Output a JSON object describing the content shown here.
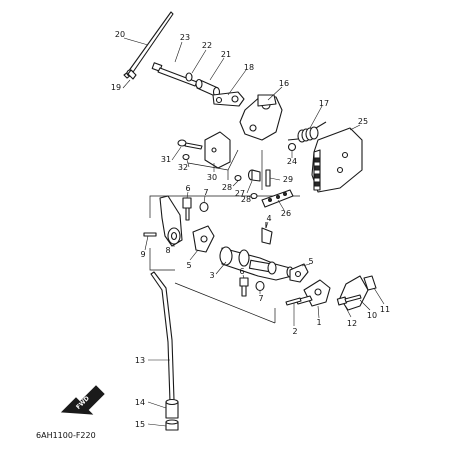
{
  "diagram": {
    "code": "6AH1100-F220",
    "fwd_label": "FWD",
    "labels": {
      "l20": "20",
      "l23": "23",
      "l22": "22",
      "l21": "21",
      "l18": "18",
      "l19": "19",
      "l16": "16",
      "l17": "17",
      "l25": "25",
      "l24": "24",
      "l31": "31",
      "l32": "32",
      "l30": "30",
      "l28a": "28",
      "l27": "27",
      "l29": "29",
      "l28b": "28",
      "l26": "26",
      "l6a": "6",
      "l7a": "7",
      "l8": "8",
      "l9": "9",
      "l5a": "5",
      "l4": "4",
      "l3": "3",
      "l5b": "5",
      "l6b": "6",
      "l7b": "7",
      "l2": "2",
      "l1": "1",
      "l12": "12",
      "l10": "10",
      "l11": "11",
      "l13": "13",
      "l14": "14",
      "l15": "15"
    }
  }
}
